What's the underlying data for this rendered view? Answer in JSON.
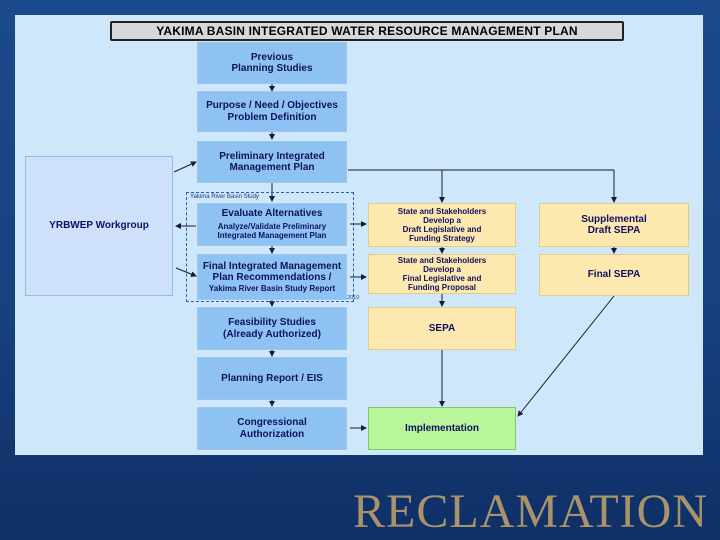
{
  "title": "YAKIMA BASIN INTEGRATED WATER RESOURCE MANAGEMENT PLAN",
  "center_column": [
    {
      "title": "Previous\nPlanning Studies"
    },
    {
      "title": "Purpose / Need / Objectives\nProblem Definition"
    },
    {
      "title": "Preliminary Integrated\nManagement Plan"
    },
    {
      "title": "Evaluate Alternatives",
      "subtitle": "Analyze/Validate Preliminary\nIntegrated Management Plan"
    },
    {
      "title": "Final Integrated Management\nPlan Recommendations /",
      "subtitle": "Yakima River Basin Study Report"
    },
    {
      "title": "Feasibility Studies\n(Already Authorized)"
    },
    {
      "title": "Planning Report / EIS"
    },
    {
      "title": "Congressional\nAuthorization"
    }
  ],
  "workgroup": "YRBWEP Workgroup",
  "study_frame": {
    "label": "Yakima River Basin Study",
    "date": "Jan - Dec 2010"
  },
  "state_column": [
    {
      "title": "State and Stakeholders\nDevelop a\nDraft Legislative and\nFunding Strategy"
    },
    {
      "title": "State and Stakeholders\nDevelop a\nFinal Legislative and\nFunding Proposal"
    },
    {
      "title": "SEPA"
    },
    {
      "title": "Implementation"
    }
  ],
  "sepa_column": [
    {
      "title": "Supplemental\nDraft SEPA"
    },
    {
      "title": "Final SEPA"
    }
  ],
  "wordmark": "RECLAMATION",
  "colors": {
    "background": "#1b4a8c",
    "panel": "#cfe7fb",
    "blue_box": "#8ec2f2",
    "orange_box": "#fde9b0",
    "green_box": "#b9f59a",
    "wordmark": "#a9936b"
  }
}
